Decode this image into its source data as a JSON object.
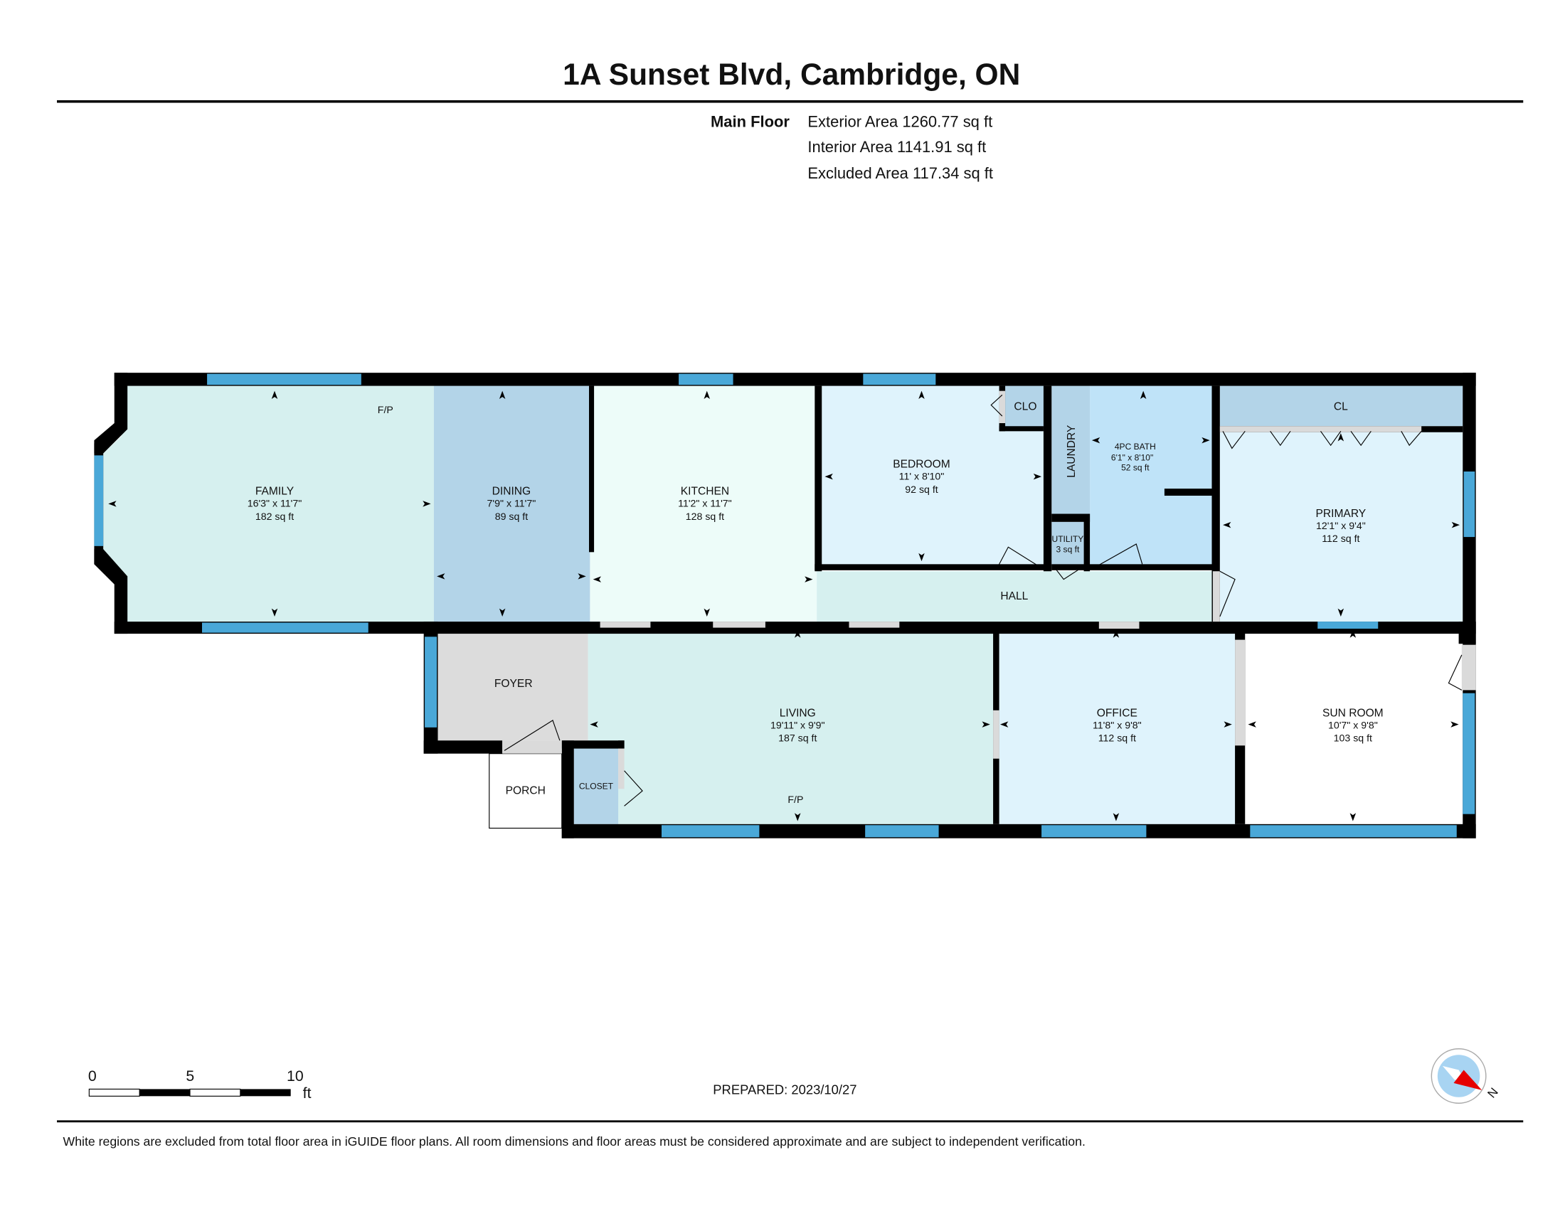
{
  "title": "1A Sunset Blvd, Cambridge, ON",
  "floor": {
    "name": "Main Floor",
    "exterior_area": "Exterior Area 1260.77 sq ft",
    "interior_area": "Interior Area 1141.91 sq ft",
    "excluded_area": "Excluded Area 117.34 sq ft"
  },
  "rooms": {
    "family": {
      "name": "FAMILY",
      "dims": "16'3\" x 11'7\"",
      "area": "182 sq ft"
    },
    "dining": {
      "name": "DINING",
      "dims": "7'9\" x 11'7\"",
      "area": "89 sq ft"
    },
    "kitchen": {
      "name": "KITCHEN",
      "dims": "11'2\" x 11'7\"",
      "area": "128 sq ft"
    },
    "bedroom": {
      "name": "BEDROOM",
      "dims": "11' x 8'10\"",
      "area": "92 sq ft"
    },
    "clo": {
      "name": "CLO"
    },
    "laundry": {
      "name": "LAUNDRY"
    },
    "bath": {
      "name": "4PC BATH",
      "dims": "6'1\" x 8'10\"",
      "area": "52 sq ft"
    },
    "utility": {
      "name": "UTILITY",
      "area": "3 sq ft"
    },
    "cl": {
      "name": "CL"
    },
    "primary": {
      "name": "PRIMARY",
      "dims": "12'1\" x 9'4\"",
      "area": "112 sq ft"
    },
    "hall": {
      "name": "HALL"
    },
    "foyer": {
      "name": "FOYER"
    },
    "porch": {
      "name": "PORCH"
    },
    "closet": {
      "name": "CLOSET"
    },
    "living": {
      "name": "LIVING",
      "dims": "19'11\" x 9'9\"",
      "area": "187 sq ft"
    },
    "office": {
      "name": "OFFICE",
      "dims": "11'8\" x 9'8\"",
      "area": "112 sq ft"
    },
    "sunroom": {
      "name": "SUN ROOM",
      "dims": "10'7\" x 9'8\"",
      "area": "103 sq ft"
    }
  },
  "fireplace_labels": [
    "F/P",
    "F/P"
  ],
  "scale": {
    "ticks": [
      "0",
      "5",
      "10"
    ],
    "unit": "ft"
  },
  "prepared": "PREPARED: 2023/10/27",
  "compass_label": "N",
  "disclaimer": "White regions are excluded from total floor area in iGUIDE floor plans. All room dimensions and floor areas must be considered approximate and are subject to independent verification.",
  "colors": {
    "window": "#4aa8d8",
    "wall": "#000000",
    "north": "#e60000",
    "compass_bg": "#a8d4f2"
  }
}
